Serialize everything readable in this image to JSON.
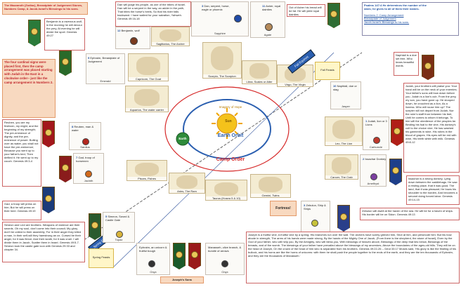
{
  "title_box": {
    "line1": "The Mazzaroth (Zodiac), Breastplate of Judgement Stones,",
    "line2": "Numbers Camp, & Jacob-Israel's Blessings to his sons."
  },
  "psalm_box": {
    "line1": "Psalms 147:4 He determines the number of the",
    "line2": "stars; he gives to all of them their names.",
    "links": [
      "Numbers 2: Camp Arrangement",
      "Breastplate of Judgement",
      "Jacob-Israel's Blessings to his sons."
    ]
  },
  "camp_note": "The four cardinal signs were placed first, then the camp arrangement was placed starting with Judah in the East in a clockwise order-- just like the camp arrangement in Numbers 2.",
  "center": {
    "ring_label": "Earth Orbit",
    "camp_label": "Camp Order",
    "sun_label": "Sun",
    "earth_label": "Earth",
    "arc_text": "Imagery of Hope"
  },
  "equinox": {
    "fall": "Fall Equinox",
    "spring": "Spring Equinox"
  },
  "zodiac": [
    {
      "key": "sagittarius",
      "label": "Sagittarius, The Archer"
    },
    {
      "key": "scorpio",
      "label": "Scorpio, The Scorpion"
    },
    {
      "key": "libra",
      "label": "Libra, Scales or Alter"
    },
    {
      "key": "virgo",
      "label": "Virgo, The Virgin"
    },
    {
      "key": "capricorn",
      "label": "Capricorn, The Goat"
    },
    {
      "key": "aquarius",
      "label": "Aquarius, The water carrier"
    },
    {
      "key": "leo",
      "label": "Leo, The Lion"
    },
    {
      "key": "cancer",
      "label": "Cancer, The Crab"
    },
    {
      "key": "pisces",
      "label": "Pisces, Fishes"
    },
    {
      "key": "aries",
      "label": "Aries, The Ram"
    },
    {
      "key": "taurus",
      "label": "Taurus (Hosea 5 & 10)"
    },
    {
      "key": "gemini",
      "label": "Gemini, Twins"
    }
  ],
  "tribes": [
    {
      "key": "benjamin",
      "num": "12",
      "name": "Benjamin, wolf",
      "stone": "Jasper",
      "stone_color": "#7a3b1e"
    },
    {
      "key": "dan",
      "num": "3",
      "name": "Dan, serpent, horse, eagle or phoenix",
      "stone": "Sapphire",
      "stone_color": "#1f4ba8"
    },
    {
      "key": "asher",
      "num": "11",
      "name": "Asher, royal dainties",
      "stone": "Agate",
      "stone_color": "#b58a5a"
    },
    {
      "key": "ephraim_top",
      "num": "9",
      "name": "Ephraim, Breastplate of Judgement",
      "stone": "Emerald",
      "stone_color": "#1b8b3c"
    },
    {
      "key": "naphtali",
      "num": "10",
      "name": "Naphtali, doe or stag",
      "stone": "Jasper",
      "stone_color": "#7a3b1e"
    },
    {
      "key": "reuben",
      "num": "8",
      "name": "Reuben, man & water",
      "stone": "Sardius",
      "stone_color": "#b3261e"
    },
    {
      "key": "judah",
      "num": "1",
      "name": "Judah, lion or 3 Lions",
      "stone": "Carbuncle",
      "stone_color": "#c0392b"
    },
    {
      "key": "gad",
      "num": "7",
      "name": "Gad, troop of horsemen",
      "stone": "Jacinth",
      "stone_color": "#d26a1b"
    },
    {
      "key": "issachar",
      "num": "2",
      "name": "Issachar Donkey",
      "stone": "Amethyst",
      "stone_color": "#7b3fa0"
    },
    {
      "key": "simeon",
      "num": "5",
      "name": "Simeon, Sword & Castle Gate",
      "stone": "Topaz",
      "stone_color": "#d9b43a"
    },
    {
      "key": "zebulun",
      "num": "3",
      "name": "Zebulun, Ship & Ships",
      "stone": "Chrysolite",
      "stone_color": "#c7c23a"
    },
    {
      "key": "ephraim",
      "num": "",
      "name": "Ephraim, an unicorn & fruitful bough",
      "stone": "Onyx",
      "stone_color": "#333333"
    },
    {
      "key": "manasseh",
      "num": "",
      "name": "Manasseh, olive branch, & bundle of arrows",
      "stone": "Onyx",
      "stone_color": "#333333"
    }
  ],
  "texts": {
    "benjamin": "Benjamin is a ravenous wolf, in the morning he will devour the prey, At evening he will divide the spoil. Genesis 49:27",
    "dan": "Dan will judge his people, as one of the tribes of Israel. Dan will be a serpent in the way, an adder in the path, That bites the horse's heels, So that his rider falls backward. I have waited for your salvation, Yahweh. Genesis 49:16-18",
    "asher": "Out of Asher his bread will be fat. He will yield royal dainties",
    "naphtali": "Naphtali is a doe set free, Who bears beautiful words.",
    "judah": "Judah, your brothers will praise you: Your hand will be on the neck of your enemies; Your father's sons will bow down before you. Judah is a lion's cub. From the prey, my son, you have gone up. He stooped down, he crouched as a lion, As a lioness. Who will rouse him up? The scepter will not depart from Judah, Nor the ruler's staff from between his feet, Until he comes to whom it belongs. To him will the obedience of the peoples be. Binding his foal to the vine, His donkey's colt to the choice vine; He has washed his garments in wine, His robes in the blood of grapes. His eyes will be red with wine, His teeth white with milk. Genesis 49:8-12",
    "reuben": "Reuben, you are my firstborn, my might, and the beginning of my strength; The pre-eminence of dignity, and the pre-eminence of power. Boiling over as water, you shall not have the pre-eminence; Because you went up to your father's bed; Then defiled it. He went up to my couch. Genesis 49:3-4",
    "gad": "Gad, a troop will press on him; But he will press on their heel. Genesis 49:19",
    "issachar": "Issachar is a strong donkey, Lying down between the saddlebags. He saw a resting place, that it was good, The land, that it was pleasant; He bows his shoulder to the burden, And becomes a servant doing forced labor. Genesis 49:14-15",
    "simeon": "Simeon and Levi are brothers. Weapons of violence are their swords. Oh my soul, don't come into their council; My glory, don't be united to their assembly; For in their anger they killed a man, In their self-will they hamstrung an ox. Cursed be their anger, for it was fierce; And their wrath, for it was cruel. I will divide them in Jacob, Scatter them in Israel. Genesis 49:5-7. Simeon took the castle gate icon with Genesis 29:33 and chapter 34.",
    "zebulun": "Zebulun will dwell at the haven of the sea. He will be for a haven of ships. His border will be on Sidon. Genesis 49:13",
    "joseph": "Joseph is a fruitful vine, A fruitful vine by a spring; His branches run over the wall. The archers have sorely grieved him, Shot at him, and persecute him: But his bow abode in strength, The arms of his hands were made strong, By the hands of the Mighty One of Jacob, (From there is the shepherd, the stone of Israel), Even by the God of your father, who will help you, By the Almighty, who will bless you, With blessings of heaven above, Blessings of the deep that lies below, Blessings of the breasts, and of the womb. The blessings of your father have prevailed above the blessings of my ancestors, Above the boundaries of the ages-old hills. They will be on the head of Joseph, On the crown of the head of him who is separated from his brothers. Genesis 49:22-26 -- Deut 33:17 Moses said, 'His glory is like the firstling of his bullock, and his horns are like the horns of unicorns: with them he shall push the people together to the ends of the earth, and they are the ten thousands of Ephraim, and they are the thousands of Manasseh.'",
    "joseph_label": "Joseph's Sons",
    "spring_feasts": "Spring Feasts",
    "fall_feasts": "Fall Feasts",
    "fortress": "Fortress!"
  }
}
